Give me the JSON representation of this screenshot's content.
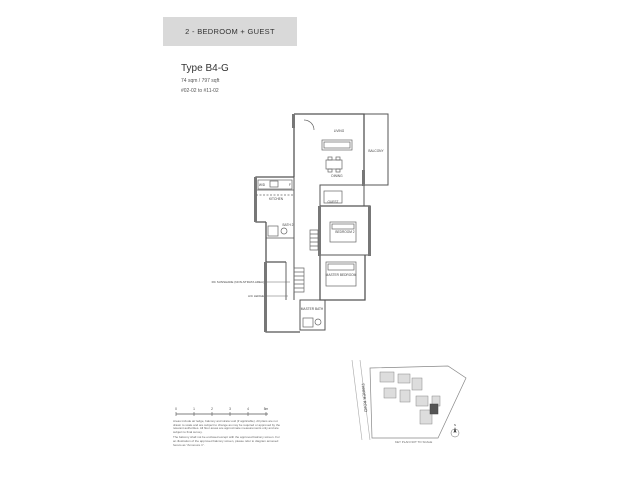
{
  "header": {
    "banner": "2 - BEDROOM + GUEST"
  },
  "unit": {
    "type": "Type B4-G",
    "area": "74 sqm / 797 sqft",
    "units": "#02-02 to #11-02"
  },
  "rooms": {
    "living": "LIVING",
    "dining": "DINING",
    "balcony": "BALCONY",
    "kitchen": "KITCHEN",
    "guest": "GUEST",
    "bath2": "BATH 2",
    "bedroom2": "BEDROOM 2",
    "master": "MASTER BEDROOM",
    "master_bath": "MASTER BATH",
    "wd": "W/D",
    "f": "F"
  },
  "annotations": {
    "sunshade": "RC SUNSHADE (NON-STRATA AREA)",
    "ac_ledge": "A/C LEDGE"
  },
  "scale": {
    "labels": [
      "0",
      "1",
      "2",
      "3",
      "4",
      "5m"
    ]
  },
  "notes": [
    "Areas include air ledge, balcony and strata void (if applicable). All plans are not drawn to scale and are subject to change as may be required or approved by the relevant authorities. All floor areas are approximate measurements only and are subject to final survey.",
    "The balcony shall not be enclosed except with the approved balcony screen. For an illustration of the approved balcony screen, please refer to diagram annexed hereto as \"Annexure 1\"."
  ],
  "keyplan": {
    "road": "FARRER ROAD",
    "caption": "KEY PLAN NOT TO SCALE",
    "north": "N"
  }
}
